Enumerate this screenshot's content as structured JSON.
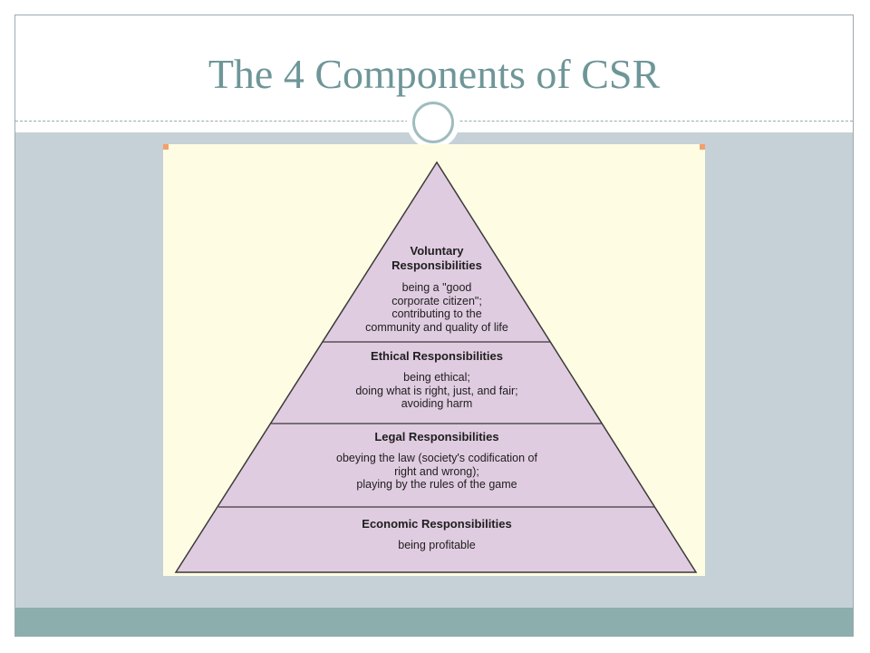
{
  "slide": {
    "title": "The 4 Components of CSR"
  },
  "pyramid": {
    "fill_color": "#e0cce0",
    "stroke_color": "#3a3a3a",
    "panel_color": "#fefce3",
    "tiers": [
      {
        "heading": "Voluntary\nResponsibilities",
        "text": "being a \"good\ncorporate citizen\";\ncontributing to the\ncommunity and quality of life"
      },
      {
        "heading": "Ethical Responsibilities",
        "text": "being ethical;\ndoing what is right, just, and fair;\navoiding harm"
      },
      {
        "heading": "Legal Responsibilities",
        "text": "obeying the law (society's codification of\nright and wrong);\nplaying by the rules of the game"
      },
      {
        "heading": "Economic Responsibilities",
        "text": "being profitable"
      }
    ]
  }
}
